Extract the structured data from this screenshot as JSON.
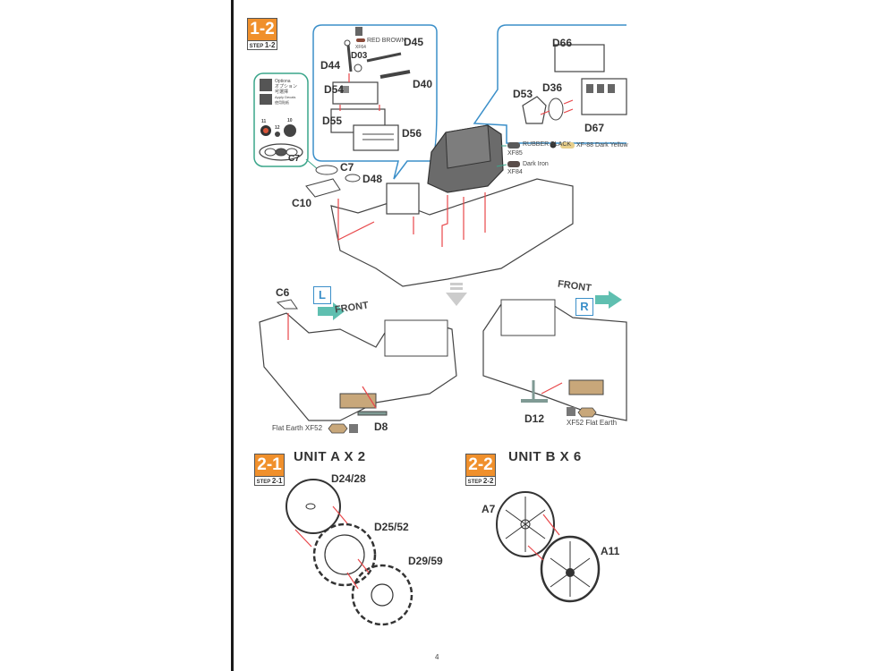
{
  "page": {
    "number": "4"
  },
  "steps": [
    {
      "id": "step-1-2",
      "number": "1-2",
      "sub_prefix": "STEP",
      "sub_number": "1-2"
    },
    {
      "id": "step-2-1",
      "number": "2-1",
      "sub_prefix": "STEP",
      "sub_number": "2-1",
      "title": "UNIT A X 2"
    },
    {
      "id": "step-2-2",
      "number": "2-2",
      "sub_prefix": "STEP",
      "sub_number": "2-2",
      "title": "UNIT B X 6"
    }
  ],
  "step_1_2": {
    "optional_box": {
      "optional_label": "Optiona",
      "optional_jp": "オプション",
      "optional_cn": "可選擇",
      "decals_label": "Apply Decals",
      "decals_cn": "使用貼紙",
      "decal_numbers": [
        "11",
        "12",
        "10"
      ],
      "part": "C7"
    },
    "parts": [
      "D45",
      "D03",
      "D44",
      "D54",
      "D40",
      "D55",
      "D56",
      "D66",
      "D36",
      "D53",
      "D67",
      "C7",
      "D48",
      "C10"
    ],
    "paints": [
      {
        "code": "XF64",
        "name": "RED BROWN",
        "color": "#8a4a3a"
      },
      {
        "code": "XF85",
        "name": "RUBBER BLACK",
        "color": "#5a5a5a"
      },
      {
        "code": "XF-88",
        "name": "Dark Yellow",
        "color": "#e8cf8a"
      },
      {
        "code": "XF84",
        "name": "Dark Iron",
        "color": "#5a4d4a"
      }
    ],
    "left_view": {
      "side": "L",
      "front_label": "FRONT",
      "parts": [
        "C6",
        "D8"
      ],
      "paint": {
        "code": "XF52",
        "name": "Flat Earth",
        "color": "#c8a77a"
      }
    },
    "right_view": {
      "side": "R",
      "front_label": "FRONT",
      "parts": [
        "D12"
      ],
      "paint": {
        "code": "XF52",
        "name": "Flat Earth",
        "color": "#c8a77a"
      }
    }
  },
  "step_2_1": {
    "parts": [
      "D24/28",
      "D25/52",
      "D29/59"
    ]
  },
  "step_2_2": {
    "parts": [
      "A7",
      "A11"
    ]
  },
  "colors": {
    "step_orange": "#f0902c",
    "callout_blue": "#3b8fc9",
    "callout_teal": "#3aa58a",
    "arrow_red": "#e8474a",
    "front_arrow": "#5fbfb0"
  }
}
